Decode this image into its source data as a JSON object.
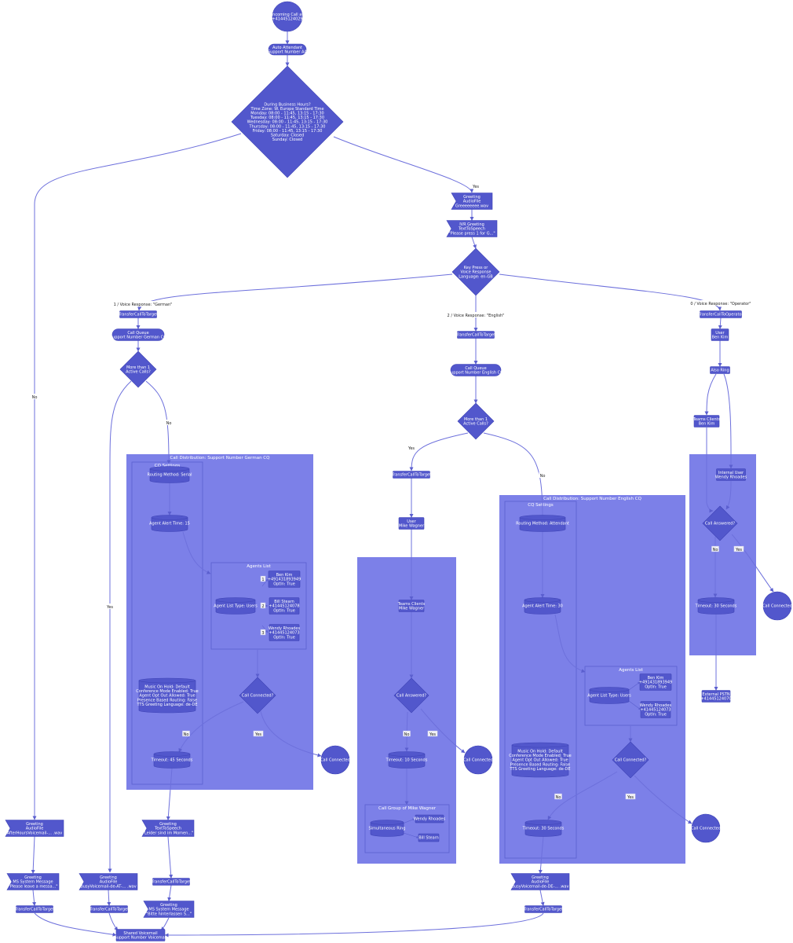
{
  "colors": {
    "node": "#5257cc",
    "node_stroke": "#3d42b5",
    "cluster": "#7c80e8",
    "cluster_inner": "#7276e0",
    "cluster_border": "#5b5fcf",
    "edge": "#6d70dc"
  },
  "nodes": {
    "start": [
      "Incoming Call at",
      "+41445124029"
    ],
    "aa": [
      "Auto Attendant",
      "Support Number AA"
    ],
    "biz": [
      "During Business Hours?",
      "Time Zone: W. Europe Standard Time",
      "Monday: 08:00 - 11:45, 13:15 - 17:30",
      "Tuesday: 08:00 - 11:45, 13:15 - 17:30",
      "Wednesday: 08:00 - 11:45, 13:15 - 17:30",
      "Thursday: 08:00 - 11:45, 13:15 - 17:30",
      "Friday: 08:00 - 11:45, 13:15 - 17:30",
      "Saturday: Closed",
      "Sunday: Closed"
    ],
    "greet1": [
      "Greeting",
      "AudioFile",
      "Greeeeeeee.wav"
    ],
    "ivr": [
      "IVR Greeting",
      "TextToSpeech",
      "\"Please press 1 for G...\""
    ],
    "keypress": [
      "Key Press or",
      "Voice Response",
      "Language: en-GB"
    ],
    "tctDe": [
      "TransferCallToTarget"
    ],
    "cqDe": [
      "Call Queue",
      "Support Number German CQ"
    ],
    "moreDe": [
      "More than 1",
      "Active Calls?"
    ],
    "tctEn": [
      "TransferCallToTarget"
    ],
    "cqEn": [
      "Call Queue",
      "Support Number English CQ"
    ],
    "moreEn": [
      "More than 1",
      "Active Calls?"
    ],
    "tcOp": [
      "TransferCallToOperator"
    ],
    "userBen": [
      "User",
      "Ben Kim"
    ],
    "alsoRing": [
      "Also Ring"
    ],
    "teamsBen": [
      "Teams Clients",
      "Ben Kim"
    ],
    "intWendy": [
      "Internal User",
      "Wendy Rhoades"
    ],
    "callAnsOp": [
      "Call Answered?"
    ],
    "timeoutOp": [
      "Timeout: 30 Seconds"
    ],
    "connOp": [
      "Call Connected"
    ],
    "pstn": [
      "External PSTN",
      "+41445124070"
    ],
    "routDe": [
      "Routing Method: Serial"
    ],
    "alertDe": [
      "Agent Alert Time: 15"
    ],
    "agentTypeDe": [
      "Agent List Type: Users"
    ],
    "benDe": [
      "Ben Kim",
      "+491431893949",
      "OptIn: True"
    ],
    "billDe": [
      "Bill Stearn",
      "+41445124078",
      "OptIn: True"
    ],
    "wendyDe": [
      "Wendy Rhoades",
      "+41445124073",
      "OptIn: True"
    ],
    "musicDe": [
      "Music On Hold: Default",
      "Conference Mode Enabled: True",
      "Agent Opt Out Allowed: True",
      "Presence Based Routing: False",
      "TTS Greeting Language: de-DE"
    ],
    "connectedDe": [
      "Call Connected?"
    ],
    "timeoutDe": [
      "Timeout: 45 Seconds"
    ],
    "connDe": [
      "Call Connected"
    ],
    "tctEn2": [
      "TransferCallToTarget"
    ],
    "userMike": [
      "User",
      "Mike Wagner"
    ],
    "teamsMike": [
      "Teams Clients",
      "Mike Wagner"
    ],
    "callAnsMike": [
      "Call Answered?"
    ],
    "timeoutMike": [
      "Timeout: 10 Seconds"
    ],
    "connMike": [
      "Call Connected"
    ],
    "simRing": [
      "Simultaneous Ring"
    ],
    "wendyGrp": [
      "Wendy Rhoades"
    ],
    "billGrp": [
      "Bill Stearn"
    ],
    "routEn": [
      "Routing Method: Attendant"
    ],
    "alertEn": [
      "Agent Alert Time: 30"
    ],
    "agentTypeEn": [
      "Agent List Type: Users"
    ],
    "benEn": [
      "Ben Kim",
      "+491431893949",
      "OptIn: True"
    ],
    "wendyEn": [
      "Wendy Rhoades",
      "+41445124073",
      "OptIn: True"
    ],
    "musicEn": [
      "Music On Hold: Default",
      "Conference Mode Enabled: True",
      "Agent Opt Out Allowed: True",
      "Presence Based Routing: False",
      "TTS Greeting Language: de-DE"
    ],
    "connectedEn": [
      "Call Connected?"
    ],
    "timeoutEn": [
      "Timeout: 30 Seconds"
    ],
    "connEn": [
      "Call Connected"
    ],
    "greetAfter": [
      "Greeting",
      "AudioFile",
      "AfterHoursVoicemail-... .wav"
    ],
    "greetMs1": [
      "Greeting",
      "MS System Message",
      "\"Please leave a messa...\""
    ],
    "tctVm1": [
      "TransferCallToTarget"
    ],
    "greetBusyDe": [
      "Greeting",
      "AudioFile",
      "BusyVoicemail-de-AT-... .wav"
    ],
    "tctVm2": [
      "TransferCallToTarget"
    ],
    "greetTtsDe": [
      "Greeting",
      "TextToSpeech",
      "\"Leider sind im Momen...\""
    ],
    "tctVm3": [
      "TransferCallToTarget"
    ],
    "greetMsDe": [
      "Greeting",
      "MS System Message",
      "\"Bitte hinterlassen S...\""
    ],
    "greetBusyEn": [
      "Greeting",
      "AudioFile",
      "BusyVoicemail-de-DE-... .wav"
    ],
    "tctVm4": [
      "TransferCallToTarget"
    ],
    "sharedVm": [
      "Shared Voicemail",
      "Support Number Voicemail"
    ]
  },
  "clusters": {
    "cdDe": "Call Distribution: Support Number German CQ",
    "cqSetDe": "CQ Settings",
    "agentsDe": "Agents List",
    "mike": "",
    "grpMike": "Call Group of Mike Wagner",
    "cdEn": "Call Distribution: Support Number English CQ",
    "cqSetEn": "CQ Settings",
    "agentsEn": "Agents List",
    "op": ""
  },
  "edge_labels": {
    "no1": "No",
    "yes1": "Yes",
    "opt1": "1 / Voice Response: \"German\"",
    "opt2": "2 / Voice Response: \"English\"",
    "opt0": "0 / Voice Response: \"Operator\"",
    "yesDe": "Yes",
    "noDe": "No",
    "yesEn": "Yes",
    "noEn": "No",
    "noConnDe": "No",
    "yesConnDe": "Yes",
    "noMike": "No",
    "yesMike": "Yes",
    "noConnEn": "No",
    "yesConnEn": "Yes",
    "noOp": "No",
    "yesOp": "Yes",
    "n1": "1",
    "n2": "2",
    "n3": "3"
  }
}
